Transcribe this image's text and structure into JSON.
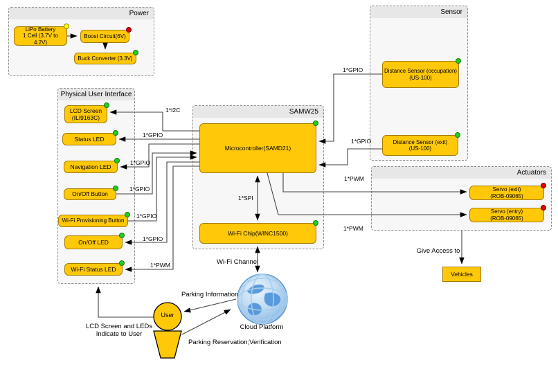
{
  "groups": {
    "power": "Power",
    "physical_user_interface": "Physical User Interface",
    "samw25": "SAMW25",
    "sensor": "Sensor",
    "actuators": "Actuators"
  },
  "nodes": {
    "lipo_battery": {
      "label": "LiPo Battery\n1 Cell (3.7V to 4.2V)",
      "status_dot": "yellow"
    },
    "boost_circuit": {
      "label": "Boost Circuit(6V)",
      "status_dot": "red"
    },
    "buck_converter": {
      "label": "Buck Converter (3.3V)",
      "status_dot": "green"
    },
    "lcd_screen": {
      "label": "LCD Screen\n(ILI9163C)",
      "status_dot": "green"
    },
    "status_led": {
      "label": "Status LED",
      "status_dot": "green"
    },
    "navigation_led": {
      "label": "Navigation LED",
      "status_dot": "green"
    },
    "on_off_button": {
      "label": "On/Off Button",
      "status_dot": "green"
    },
    "wifi_provisioning_button": {
      "label": "Wi-Fi Provisioning Button",
      "status_dot": "green"
    },
    "on_off_led": {
      "label": "On/Off LED",
      "status_dot": "green"
    },
    "wifi_status_led": {
      "label": "Wi-Fi Status LED",
      "status_dot": "green"
    },
    "microcontroller": {
      "label": "Microcontroller(SAMD21)",
      "status_dot": "green"
    },
    "wifi_chip": {
      "label": "Wi-Fi Chip(WINC1500)",
      "status_dot": "green"
    },
    "distance_sensor_occupation": {
      "label": "Distance Sensor (occupation)\n(US-100)",
      "status_dot": "green"
    },
    "distance_sensor_exit": {
      "label": "Distance Sensor (exit)\n(US-100)",
      "status_dot": "green"
    },
    "servo_exit": {
      "label": "Servo (exit)\n(ROB-09065)",
      "status_dot": "red"
    },
    "servo_entry": {
      "label": "Servo (entry)\n(ROB-09065)",
      "status_dot": "red"
    },
    "vehicles": {
      "label": "Vehicles"
    },
    "user": {
      "label": "User"
    },
    "cloud_platform": {
      "label": "Cloud Platform"
    }
  },
  "edge_labels": {
    "i2c": "1*I2C",
    "gpio": "1*GPIO",
    "pwm": "1*PWM",
    "spi": "1*SPI"
  },
  "annotations": {
    "wifi_channel": "Wi-Fi Channel",
    "give_access_to": "Give Access to",
    "parking_information": "Parking Information",
    "parking_reservation": "Parking Reservation;Verification",
    "lcd_indicate": "LCD Screen and LEDs\nIndicate to User"
  },
  "colors": {
    "node_fill": "#FFC808",
    "node_border": "#A57C00",
    "group_fill": "#F7F7F7",
    "group_header": "#E7E7E7",
    "group_border": "#8C8C8C",
    "line": "#424242",
    "dot_green": "#21D021",
    "dot_red": "#E00000",
    "dot_yellow": "#FFFF00",
    "globe_blue": "#4D92D8"
  }
}
